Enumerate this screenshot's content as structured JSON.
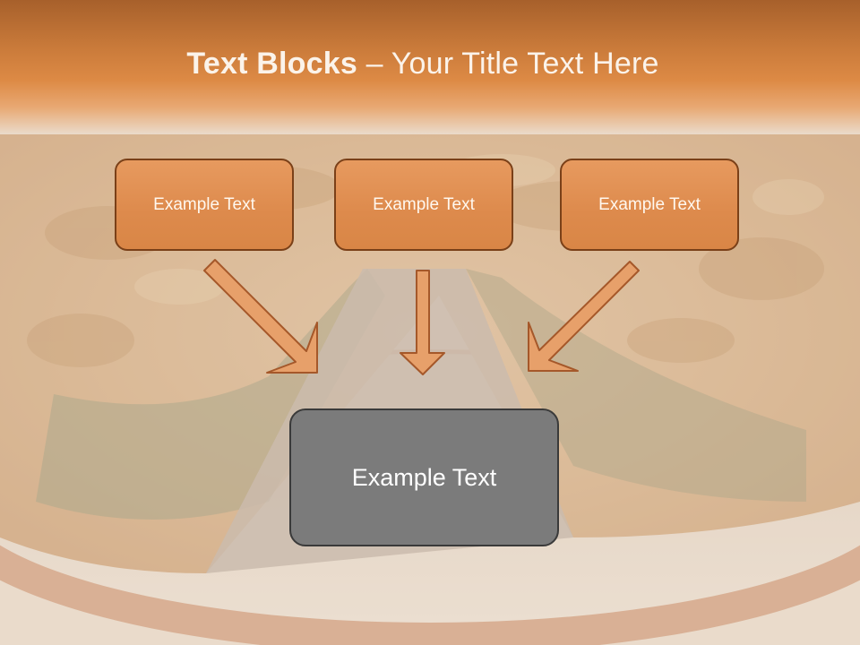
{
  "slide": {
    "title_bold": "Text Blocks",
    "title_dash": " – ",
    "title_rest": "Your Title Text Here"
  },
  "blocks": [
    {
      "label": "Example Text"
    },
    {
      "label": "Example Text"
    },
    {
      "label": "Example Text"
    }
  ],
  "main_block": {
    "label": "Example Text"
  },
  "colors": {
    "header": "#d98440",
    "box_fill": "#e0904f",
    "box_border": "#7a4018",
    "main_fill": "#7b7b7b",
    "arrow_fill": "#e59a5e"
  },
  "background": {
    "subject": "spinach pie photo"
  }
}
